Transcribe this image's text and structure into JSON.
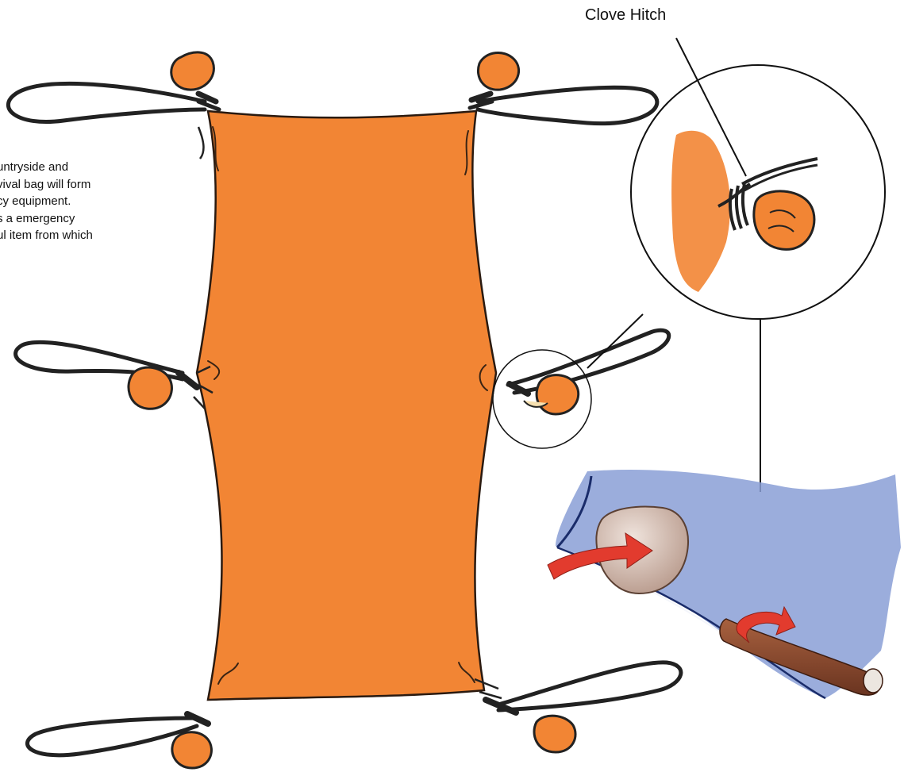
{
  "callout": {
    "title": "Clove Hitch"
  },
  "body_text": {
    "lines": [
      "untryside and",
      "vival bag will form",
      "cy equipment.",
      "s a emergency",
      "ul item from which"
    ]
  },
  "colors": {
    "sheet": "#F28534",
    "sheet_dark": "#D96A1C",
    "cord": "#222222",
    "cloth_blue": "#8A9FD6",
    "stone": "#C9B2A6",
    "stick": "#8A4A2E",
    "arrow": "#E23B2E"
  }
}
